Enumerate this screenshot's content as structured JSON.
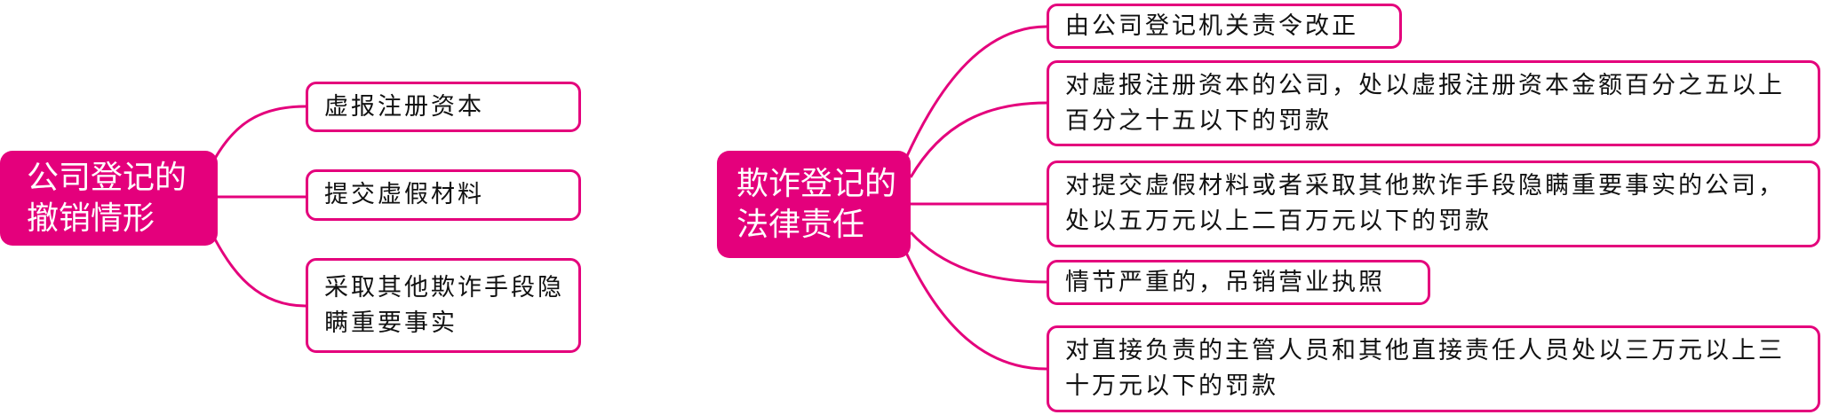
{
  "maps": [
    {
      "root": "公司登记的撤销情形",
      "items": [
        "虚报注册资本",
        "提交虚假材料",
        "采取其他欺诈手段隐瞒重要事实"
      ]
    },
    {
      "root": "欺诈登记的法律责任",
      "items": [
        "由公司登记机关责令改正",
        "对虚报注册资本的公司，处以虚报注册资本金额百分之五以上百分之十五以下的罚款",
        "对提交虚假材料或者采取其他欺诈手段隐瞒重要事实的公司，处以五万元以上二百万元以下的罚款",
        "情节严重的，吊销营业执照",
        "对直接负责的主管人员和其他直接责任人员处以三万元以上三十万元以下的罚款"
      ]
    }
  ],
  "colors": {
    "accent": "#e4007c"
  }
}
